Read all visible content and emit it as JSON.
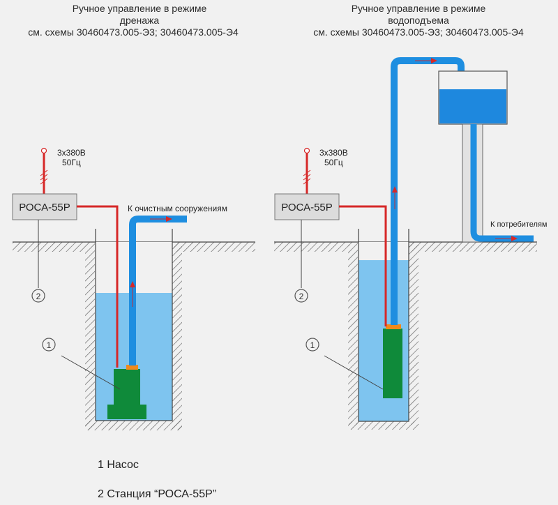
{
  "diagrams": [
    {
      "id": "drainage",
      "title": {
        "line1": "Ручное управление в режиме",
        "line2": "дренажа",
        "line3": "см. схемы 30460473.005-Э3; 30460473.005-Э4"
      },
      "power_label": {
        "voltage": "3x380В",
        "frequency": "50Гц"
      },
      "controller_label": "РОСА-55Р",
      "outlet_label": "К очистным сооружениям",
      "callouts": [
        "1",
        "2"
      ]
    },
    {
      "id": "water-lift",
      "title": {
        "line1": "Ручное управление в режиме",
        "line2": "водоподъема",
        "line3": "см. схемы 30460473.005-Э3; 30460473.005-Э4"
      },
      "power_label": {
        "voltage": "3x380В",
        "frequency": "50Гц"
      },
      "controller_label": "РОСА-55Р",
      "outlet_label": "К потребителям",
      "callouts": [
        "1",
        "2"
      ]
    }
  ],
  "legend": [
    {
      "number": "1",
      "text": "1 Насос"
    },
    {
      "number": "2",
      "text": "2 Станция “РОСА-55Р”"
    }
  ],
  "colors": {
    "background": "#f1f1f1",
    "water": "#7ec4ef",
    "pipe": "#1e8ee0",
    "power_line": "#d62828",
    "pump": "#0f8a3a",
    "coupling": "#f08a1c",
    "tank_water": "#1e88de",
    "controller_fill": "#dcdcdc",
    "ground_line": "#444444"
  }
}
